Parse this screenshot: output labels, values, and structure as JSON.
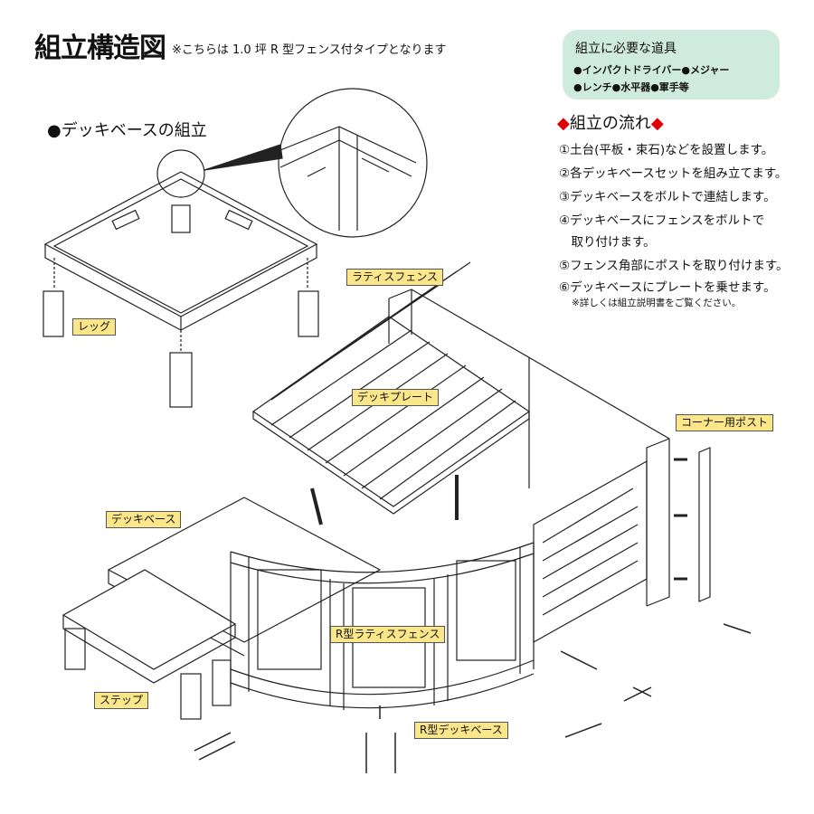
{
  "header": {
    "title": "組立構造図",
    "subtitle": "※こちらは 1.0 坪 R 型フェンス付タイプとなります"
  },
  "tools_box": {
    "heading": "組立に必要な道具",
    "line1": "●インパクトドライバー●メジャー",
    "line2": "●レンチ●水平器●軍手等",
    "background": "#cfeadf"
  },
  "flow": {
    "diamond": "◆",
    "heading": "組立の流れ",
    "steps": [
      "①土台(平板・束石)などを設置します。",
      "②各デッキベースセットを組み立てます。",
      "③デッキベースをボルトで連結します。",
      "④デッキベースにフェンスをボルトで",
      "　取り付けます。",
      "⑤フェンス角部にポストを取り付けます。",
      "⑥デッキベースにプレートを乗せます。"
    ],
    "note": "※詳しくは組立説明書をご覧ください。",
    "accent": "#e00000"
  },
  "section_title": "●デッキベースの組立",
  "labels": {
    "leg": "レッグ",
    "lattice_fence": "ラティスフェンス",
    "deck_plate": "デッキプレート",
    "corner_post": "コーナー用ポスト",
    "deck_base": "デッキベース",
    "r_lattice_fence": "R型ラティスフェンス",
    "step": "ステップ",
    "r_deck_base": "R型デッキベース",
    "label_color": "#fbe68a"
  }
}
